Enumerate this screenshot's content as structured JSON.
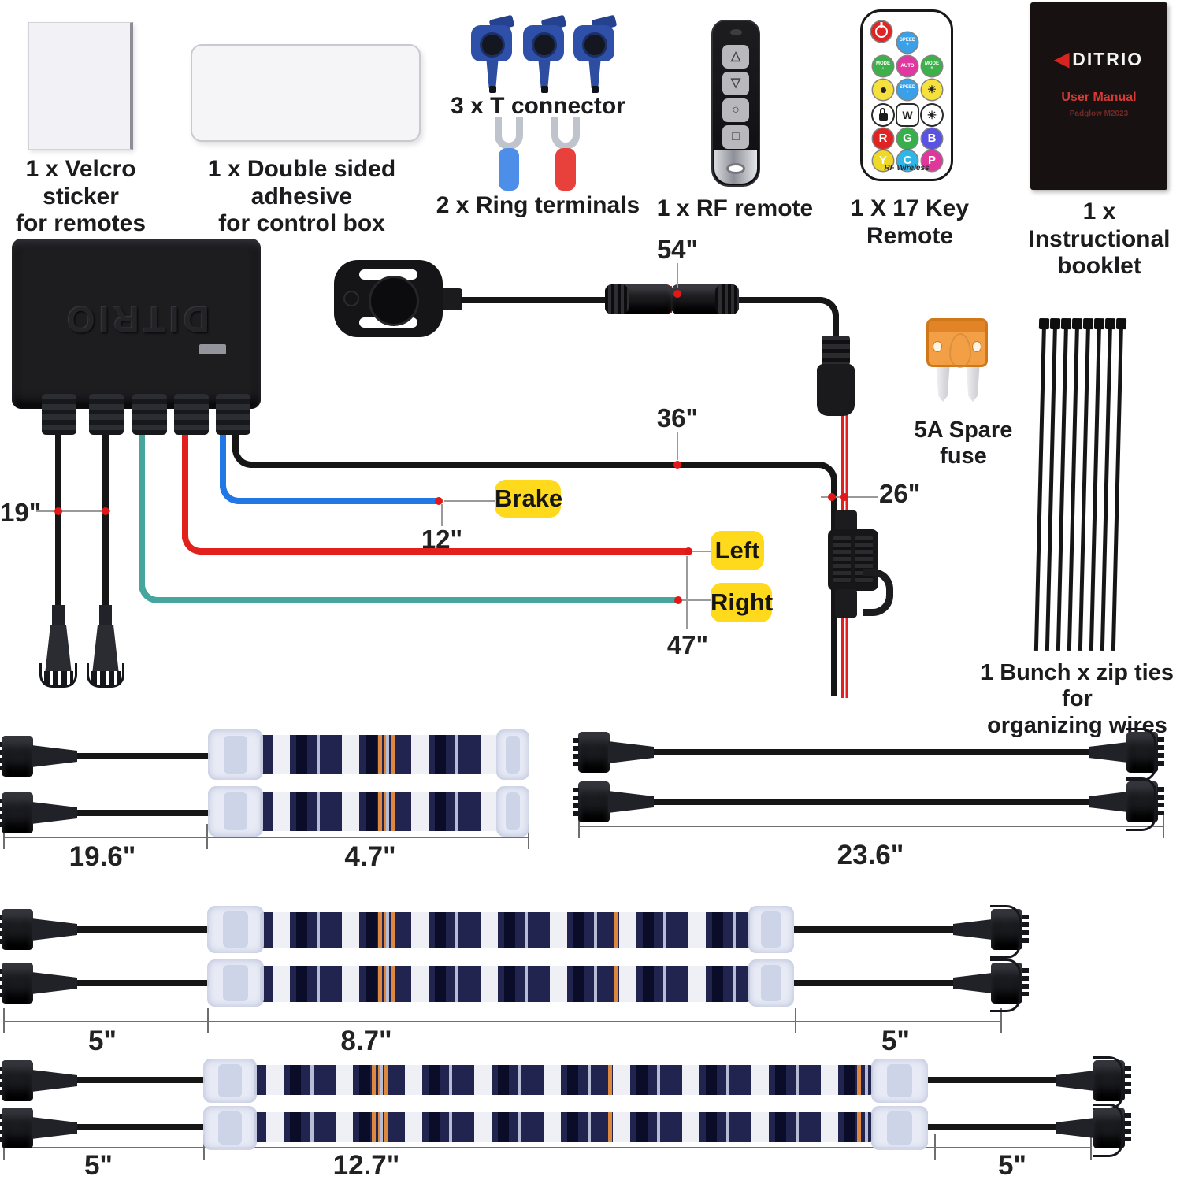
{
  "palette": {
    "badge_yellow": "#ffd91c",
    "wire_blue": "#2277e6",
    "wire_red": "#e2201c",
    "wire_teal": "#46a69e",
    "wire_black": "#161616",
    "strip_pcb_navy": "#20244e",
    "strip_pad_orange": "#dd8840",
    "fuse_orange": "#f29a3c",
    "dimension_dot_red": "#e01818"
  },
  "kit_items": {
    "velcro": {
      "label": "1 x Velcro sticker\nfor remotes"
    },
    "adhesive": {
      "label": "1 x Double sided adhesive\nfor control box"
    },
    "t_connector": {
      "label": "3 x T connector"
    },
    "ring_terminals": {
      "label": "2 x Ring terminals"
    },
    "rf_remote": {
      "label": "1 x RF remote"
    },
    "key17_remote": {
      "label": "1 X 17 Key Remote"
    },
    "booklet": {
      "label": "1 x Instructional\nbooklet"
    },
    "fuse": {
      "label": "5A Spare fuse"
    },
    "zip_ties": {
      "label": "1 Bunch x zip ties for\norganizing wires"
    }
  },
  "booklet_cover": {
    "brand": "DITRIO",
    "title": "User Manual",
    "subtitle": "Padglow M2023"
  },
  "control_box": {
    "brand": "DITRIO"
  },
  "rf_remote_buttons": {
    "up": "△",
    "down": "▽",
    "circle": "○",
    "square": "□"
  },
  "remote17": {
    "speed_plus": "SPEED\n+",
    "mode_minus": "MODE\n-",
    "auto": "AUTO",
    "mode_plus": "MODE\n+",
    "speed_minus": "SPEED\n-",
    "w": "W",
    "sun": "☀",
    "r": "R",
    "g": "G",
    "b": "B",
    "y": "Y",
    "c": "C",
    "p": "P",
    "footer": "RF Wireless"
  },
  "wiring": {
    "m19": "19\"",
    "m12": "12\"",
    "m54": "54\"",
    "m36": "36\"",
    "m47": "47\"",
    "m26": "26\"",
    "brake": "Brake",
    "left": "Left",
    "right": "Right"
  },
  "strips": {
    "row1_wire": "19.6\"",
    "row1_strip": "4.7\"",
    "row1_ext": "23.6\"",
    "row2_left": "5\"",
    "row2_strip": "8.7\"",
    "row2_right": "5\"",
    "row3_left": "5\"",
    "row3_strip": "12.7\"",
    "row3_right": "5\""
  }
}
